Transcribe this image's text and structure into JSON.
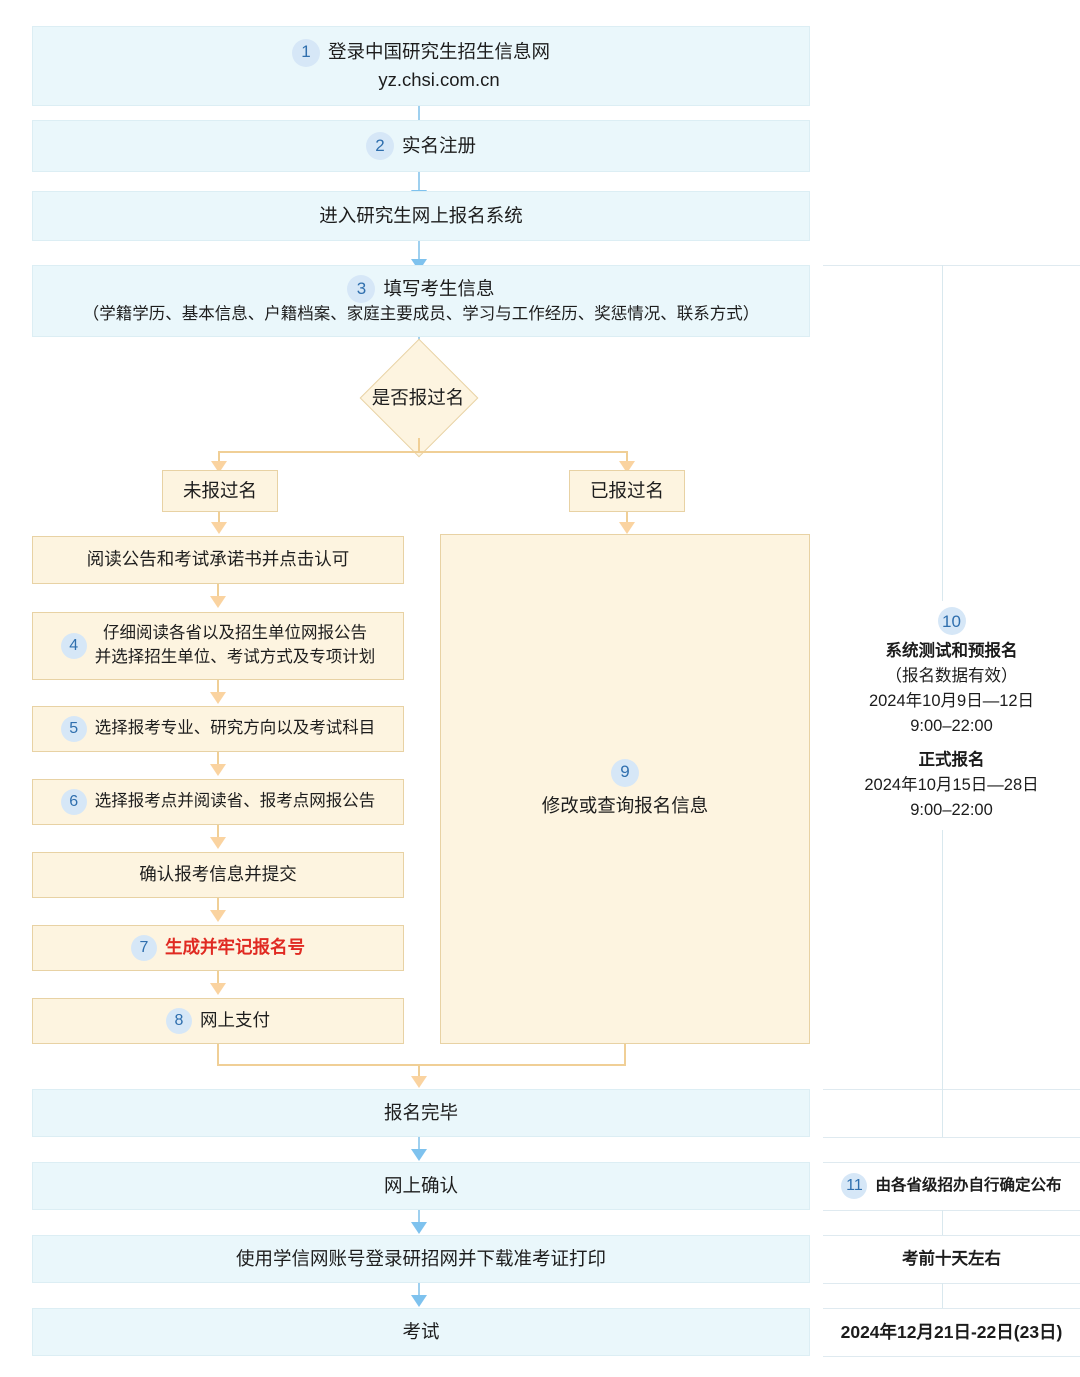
{
  "flow": {
    "step1": {
      "badge": "1",
      "line1": "登录中国研究生招生信息网",
      "line2": "yz.chsi.com.cn"
    },
    "step2": {
      "badge": "2",
      "label": "实名注册"
    },
    "step3": {
      "label": "进入研究生网上报名系统"
    },
    "step4": {
      "badge": "3",
      "line1": "填写考生信息",
      "line2": "（学籍学历、基本信息、户籍档案、家庭主要成员、学习与工作经历、奖惩情况、联系方式）"
    },
    "decision": {
      "label": "是否报过名"
    },
    "branch_left_label": "未报过名",
    "branch_right_label": "已报过名",
    "left_steps": [
      {
        "badge": "",
        "line1": "阅读公告和考试承诺书并点击认可",
        "line2": ""
      },
      {
        "badge": "4",
        "line1": "仔细阅读各省以及招生单位网报公告",
        "line2": "并选择招生单位、考试方式及专项计划"
      },
      {
        "badge": "5",
        "line1": "选择报考专业、研究方向以及考试科目",
        "line2": ""
      },
      {
        "badge": "6",
        "line1": "选择报考点并阅读省、报考点网报公告",
        "line2": ""
      },
      {
        "badge": "",
        "line1": "确认报考信息并提交",
        "line2": ""
      },
      {
        "badge": "7",
        "line1": "生成并牢记报名号",
        "line2": "",
        "red": true
      },
      {
        "badge": "8",
        "line1": "网上支付",
        "line2": ""
      }
    ],
    "right_panel": {
      "badge": "9",
      "label": "修改或查询报名信息"
    },
    "tail_steps": [
      {
        "label": "报名完毕"
      },
      {
        "label": "网上确认"
      },
      {
        "label": "使用学信网账号登录研招网并下载准考证打印"
      },
      {
        "label": "考试"
      }
    ]
  },
  "timeline": {
    "registration": {
      "badge": "10",
      "title1": "系统测试和预报名",
      "note": "（报名数据有效）",
      "date1": "2024年10月9日—12日",
      "time1": "9:00–22:00",
      "title2": "正式报名",
      "date2": "2024年10月15日—28日",
      "time2": "9:00–22:00"
    },
    "confirm": {
      "badge": "11",
      "label": "由各省级招办自行确定公布"
    },
    "ticket": {
      "label": "考前十天左右"
    },
    "exam": {
      "label": "2024年12月21日-22日(23日)"
    }
  },
  "colors": {
    "blue_box_bg": "#eaf7fb",
    "cream_box_bg": "#fdf4e0",
    "badge_bg": "#d6e7f7",
    "badge_text": "#2f6fae",
    "red_text": "#e02a22",
    "blue_arrow": "#7ec2ee",
    "orange_arrow": "#f0cf96"
  }
}
